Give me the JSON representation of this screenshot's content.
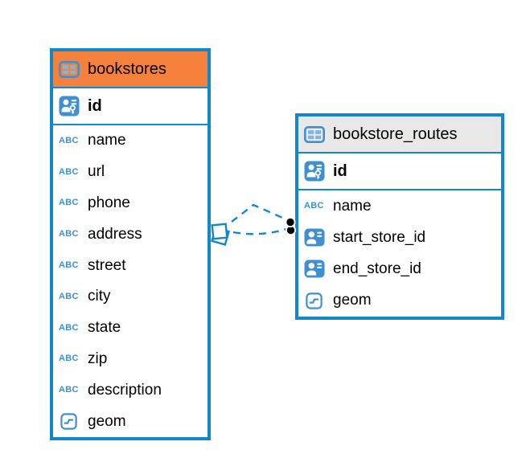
{
  "diagram": {
    "background": "#ffffff",
    "colors": {
      "table_border": "#1288CC",
      "selected_header_bg": "#F6813C",
      "header_bg": "#E8E8E8",
      "icon_blue": "#3E90D2",
      "icon_cell": "#7EB6E0",
      "relation_line": "#1288CC",
      "endpoint_dot": "#000000",
      "text": "#000000"
    },
    "icons": {
      "text_type_glyph": "ABC"
    },
    "tables": [
      {
        "name": "bookstores",
        "selected": true,
        "header_icon": "table-icon",
        "primary_key": {
          "label": "id",
          "icon": "primary-key-icon"
        },
        "columns": [
          {
            "label": "name",
            "icon": "text-type-icon"
          },
          {
            "label": "url",
            "icon": "text-type-icon"
          },
          {
            "label": "phone",
            "icon": "text-type-icon"
          },
          {
            "label": "address",
            "icon": "text-type-icon"
          },
          {
            "label": "street",
            "icon": "text-type-icon"
          },
          {
            "label": "city",
            "icon": "text-type-icon"
          },
          {
            "label": "state",
            "icon": "text-type-icon"
          },
          {
            "label": "zip",
            "icon": "text-type-icon"
          },
          {
            "label": "description",
            "icon": "text-type-icon"
          },
          {
            "label": "geom",
            "icon": "geometry-type-icon"
          }
        ]
      },
      {
        "name": "bookstore_routes",
        "selected": false,
        "header_icon": "table-icon",
        "primary_key": {
          "label": "id",
          "icon": "primary-key-icon"
        },
        "columns": [
          {
            "label": "name",
            "icon": "text-type-icon"
          },
          {
            "label": "start_store_id",
            "icon": "foreign-key-icon"
          },
          {
            "label": "end_store_id",
            "icon": "foreign-key-icon"
          },
          {
            "label": "geom",
            "icon": "geometry-type-icon"
          }
        ]
      }
    ],
    "relationship": {
      "from_table": "bookstores",
      "to_table": "bookstore_routes",
      "line_style": "dashed",
      "line_count": 2,
      "source_marker": "overlapping-squares",
      "target_marker": "stacked-black-dots"
    }
  }
}
